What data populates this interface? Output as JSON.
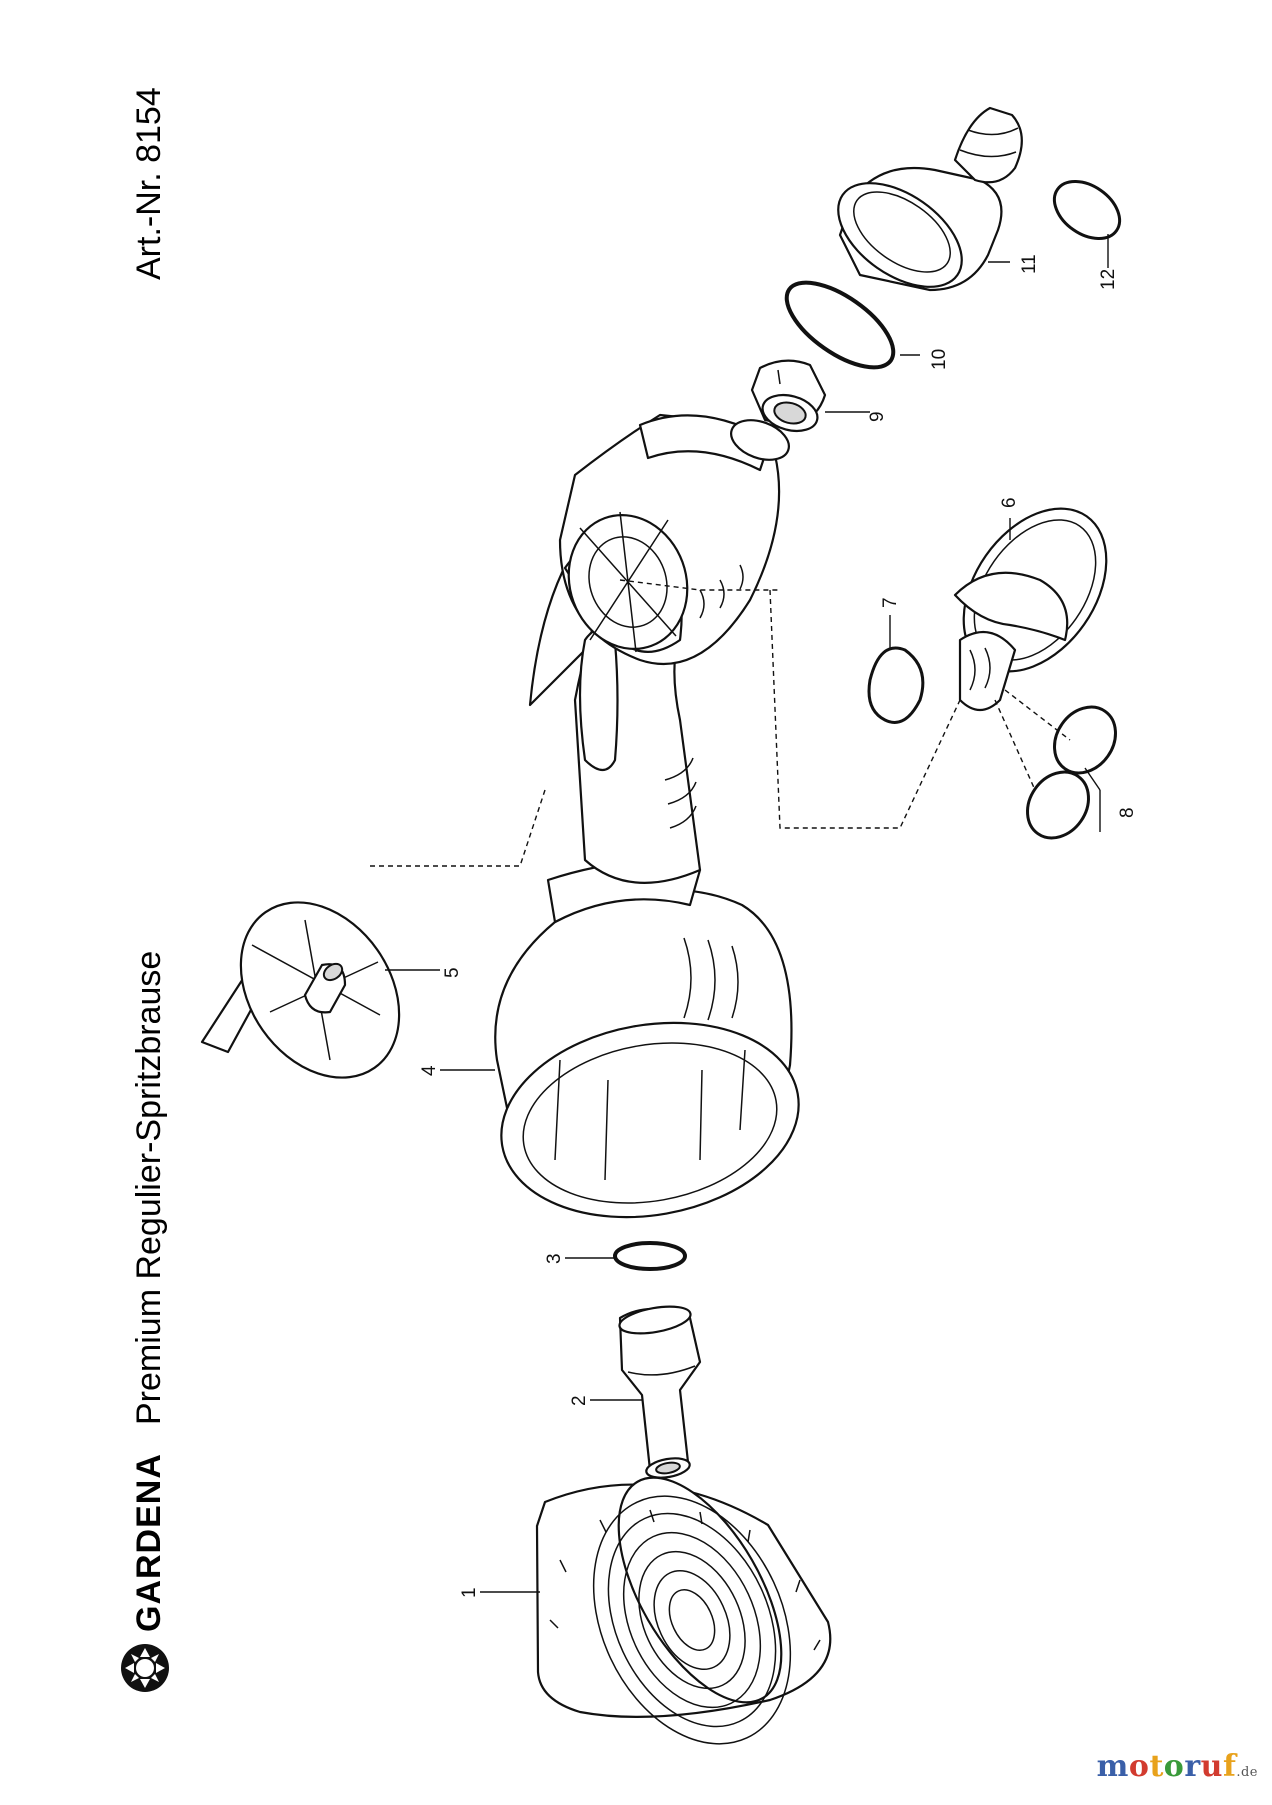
{
  "header": {
    "brand": "GARDENA",
    "product_title": "Premium Regulier-Spritzbrause",
    "article_number": "Art.-Nr. 8154"
  },
  "parts": [
    {
      "label": "1",
      "name": "spray-head-cap"
    },
    {
      "label": "2",
      "name": "nozzle-insert"
    },
    {
      "label": "3",
      "name": "o-ring-small"
    },
    {
      "label": "4",
      "name": "main-housing"
    },
    {
      "label": "5",
      "name": "valve-disc"
    },
    {
      "label": "6",
      "name": "regulator-knob"
    },
    {
      "label": "7",
      "name": "seal"
    },
    {
      "label": "8",
      "name": "o-rings-pair"
    },
    {
      "label": "9",
      "name": "valve-sleeve"
    },
    {
      "label": "10",
      "name": "o-ring-large"
    },
    {
      "label": "11",
      "name": "hose-connector"
    },
    {
      "label": "12",
      "name": "o-ring-connector"
    }
  ],
  "watermark": {
    "text": "motoruf",
    "suffix": ".de",
    "colors": [
      "#3a5fa8",
      "#d23b2f",
      "#e8a21c",
      "#3a9a3a",
      "#3a5fa8",
      "#d23b2f",
      "#e8a21c"
    ]
  }
}
